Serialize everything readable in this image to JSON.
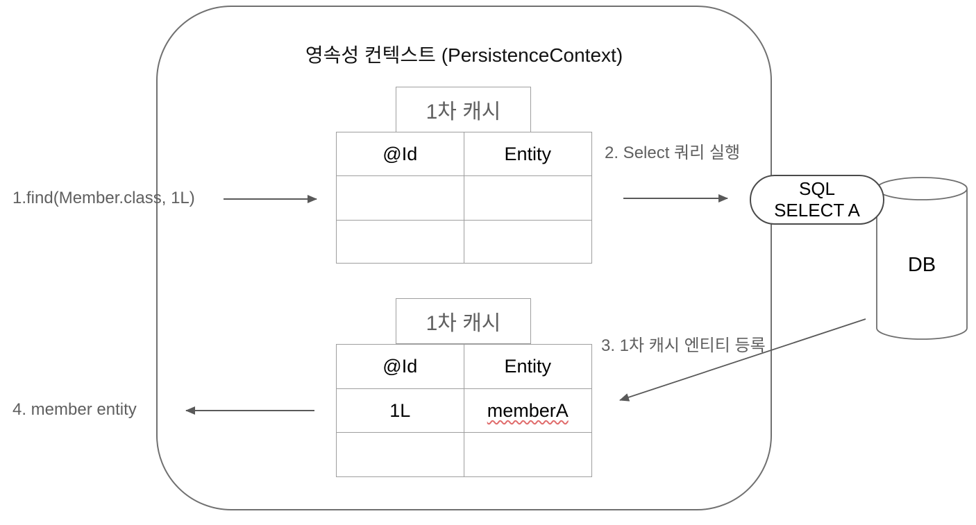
{
  "title": "영속성 컨텍스트 (PersistenceContext)",
  "cache_top": {
    "label": "1차 캐시",
    "columns": [
      "@Id",
      "Entity"
    ],
    "rows": [
      [
        "",
        ""
      ],
      [
        "",
        ""
      ]
    ]
  },
  "cache_bottom": {
    "label": "1차 캐시",
    "columns": [
      "@Id",
      "Entity"
    ],
    "rows": [
      [
        "1L",
        "memberA"
      ],
      [
        "",
        ""
      ]
    ]
  },
  "sql_box": {
    "line1": "SQL",
    "line2": "SELECT A"
  },
  "db": {
    "label": "DB"
  },
  "steps": {
    "step1": "1.find(Member.class, 1L)",
    "step2": "2. Select 쿼리 실행",
    "step3": "3. 1차 캐시 엔티티 등록",
    "step4": "4. member entity"
  },
  "colors": {
    "container_border": "#707070",
    "table_border": "#9e9e9e",
    "arrow": "#595959",
    "gray_text": "#5f5f5f",
    "black_text": "#000000",
    "spellcheck_underline": "#e06c6c"
  }
}
